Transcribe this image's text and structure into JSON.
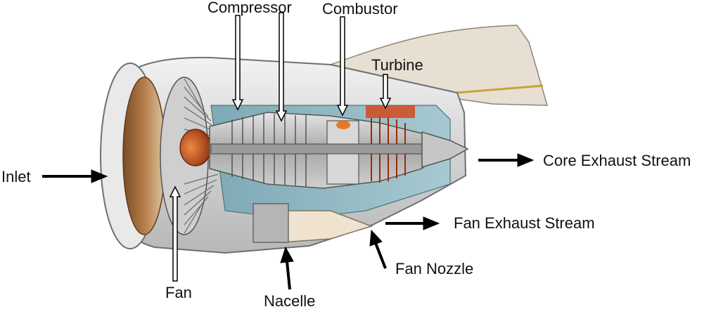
{
  "labels": {
    "compressor": "Compressor",
    "combustor": "Combustor",
    "turbine": "Turbine",
    "core_exhaust": "Core Exhaust Stream",
    "inlet": "Inlet",
    "fan_exhaust": "Fan Exhaust Stream",
    "fan_nozzle": "Fan Nozzle",
    "fan": "Fan",
    "nacelle": "Nacelle"
  },
  "colors": {
    "nacelle_skin": "#dcdcdc",
    "pylon": "#e6dfd2",
    "bypass_duct": "#8fb8c4",
    "inlet_liner": "#a3703f",
    "hot_section": "#d24a1e",
    "spinner": "#c8501e",
    "core_metal": "#bdbdbd",
    "arrow": "#000000"
  }
}
